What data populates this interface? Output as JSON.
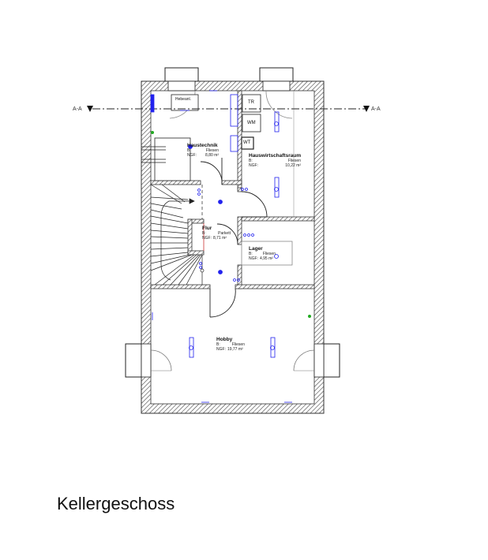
{
  "drawing": {
    "title": "Kellergeschoss",
    "section_marker_left": "A-A",
    "section_marker_right": "A-A",
    "colors": {
      "wall": "#333333",
      "hatch": "#555555",
      "electrical": "#1a1aff",
      "green_marker": "#22aa22",
      "door": "#222222"
    }
  },
  "rooms": [
    {
      "name": "Haustechnik",
      "floor_label": "B:",
      "floor": "Fliesen",
      "area_label": "NGF:",
      "area": "8,80 m²"
    },
    {
      "name": "Hauswirtschaftsraum",
      "floor_label": "B:",
      "floor": "Fliesen",
      "area_label": "NGF:",
      "area": "10,22 m²"
    },
    {
      "name": "Flur",
      "floor_label": "B:",
      "floor": "Parkett",
      "area_label": "NGF:",
      "area": "8,71 m²"
    },
    {
      "name": "Lager",
      "floor_label": "B:",
      "floor": "Fliesen",
      "area_label": "NGF:",
      "area": "4,95 m²"
    },
    {
      "name": "Hobby",
      "floor_label": "B:",
      "floor": "Fliesen",
      "area_label": "NGF:",
      "area": "19,77 m²"
    }
  ],
  "fixtures": {
    "hebeanlage": "Hebeanl.",
    "dryer": "TR",
    "washer": "WM",
    "sink": "WT"
  }
}
